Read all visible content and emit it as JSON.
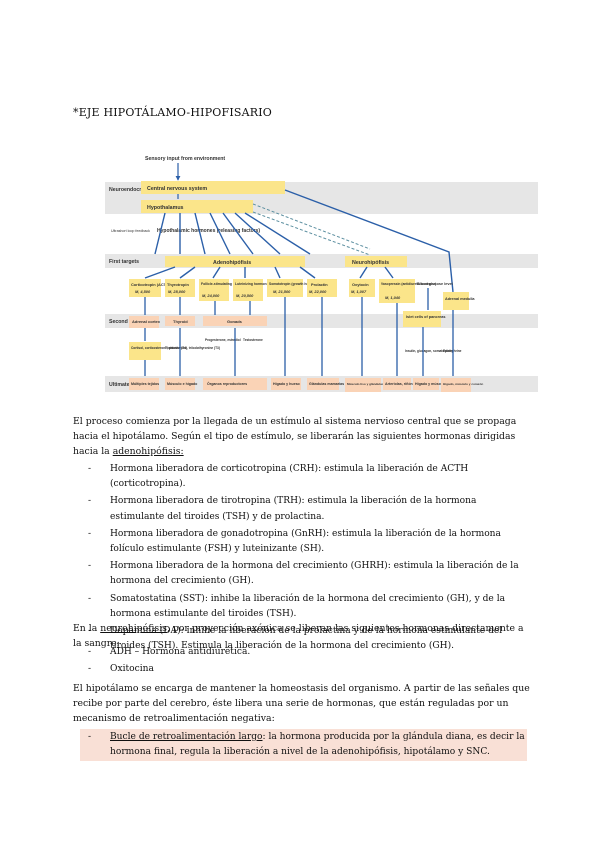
{
  "title": "*EJE HIPOTÁLAMO-HIPOFISARIO",
  "figure": {
    "top_input": "Sensory input from environment",
    "left_labels": {
      "origins": "Neuroendocrine origins of signals",
      "first": "First targets",
      "second": "Second targets",
      "ultimate": "Ultimate targets"
    },
    "cns": "Central nervous system",
    "hypothalamus": "Hypothalamus",
    "hormones": "Hypothalamic hormones (releasing factors)",
    "side_note": "Ultrashort loop feedback",
    "adeno": "Adenohipófisis",
    "neuro": "Neurohipófisis",
    "pituitary": [
      {
        "name": "Corticotropin (ACTH)",
        "m": "M, 4,500"
      },
      {
        "name": "Thyrotropin",
        "m": "M, 28,000"
      },
      {
        "name": "Follicle-stimulating hormone",
        "m": "M, 24,000"
      },
      {
        "name": "Luteinizing hormone",
        "m": "M, 20,500"
      },
      {
        "name": "Somatotropin (growth hormone)",
        "m": "M, 21,500"
      },
      {
        "name": "Prolactin",
        "m": "M, 22,000"
      },
      {
        "name": "Oxytocin",
        "m": "M, 1,007"
      },
      {
        "name": "Vasopressin (antidiuretic hormone)",
        "m": "M, 1,040"
      }
    ],
    "blood_glucose": "Blood glucose level",
    "adrenal_medulla": "Adrenal medulla",
    "second": [
      "Adrenal cortex",
      "Thyroid",
      "Gonads",
      "Islet cells of pancreas"
    ],
    "second_products": [
      "Cortisol, corticosterone, aldosterone",
      "Thyroxine (T4), triiodothyronine (T3)",
      "Progesterone, estradiol",
      "Testosterone",
      "Insulin, glucagon, somatostatin",
      "Epinephrine"
    ],
    "ultimate": [
      "Múltiples tejidos",
      "Músculo e hígado",
      "Órganos reproductores",
      "Hígado y hueso",
      "Glándulas mamarias",
      "Músculo liso y glándulas mamarias",
      "Arteriolas, riñón",
      "Hígado y músculo",
      "Hígado, músculo y corazón"
    ]
  },
  "intro": {
    "text": "El proceso comienza por la llegada de un estímulo al sistema nervioso central que se propaga hacia el hipotálamo. Según el tipo de estímulo, se liberarán las siguientes hormonas dirigidas hacia la ",
    "link": "adenohipófisis:"
  },
  "adeno_list": [
    "Hormona liberadora de corticotropina (CRH): estimula la liberación de ACTH (corticotropina).",
    "Hormona liberadora de tirotropina (TRH): estimula la liberación de la hormona estimulante del tiroides (TSH) y de prolactina.",
    "Hormona liberadora de gonadotropina (GnRH): estimula la liberación de la hormona folículo estimulante (FSH) y luteinizante (SH).",
    "Hormona liberadora de la hormona del crecimiento (GHRH): estimula la liberación de la hormona del crecimiento (GH).",
    "Somatostatina (SST): inhibe la liberación de la hormona del crecimiento (GH), y de la hormona estimulante del tiroides (TSH).",
    "Dopamina (DA): inhibe la liberación de la prolactina y de la hormona estimulante del tiroides (TSH). Estimula la liberación de la hormona del crecimiento (GH)."
  ],
  "neuro_intro": {
    "pre": "En la ",
    "link": "neurohipófisis",
    "post": ", por proyección axónica se liberan las siguientes hormonas directamente a la sangre:"
  },
  "neuro_list": [
    "ADH – Hormona antidiurética.",
    "Oxitocina"
  ],
  "homeo": "El hipotálamo se encarga de mantener la homeostasis del organismo. A partir de las señales que recibe por parte del cerebro, éste libera una serie de hormonas, que están reguladas por un mecanismo de retroalimentación negativa:",
  "loop": {
    "label": "Bucle de retroalimentación largo",
    "text": ": la hormona producida por la glándula diana, es decir la hormona final, regula la liberación a nivel de la adenohipófisis, hipotálamo y SNC."
  }
}
